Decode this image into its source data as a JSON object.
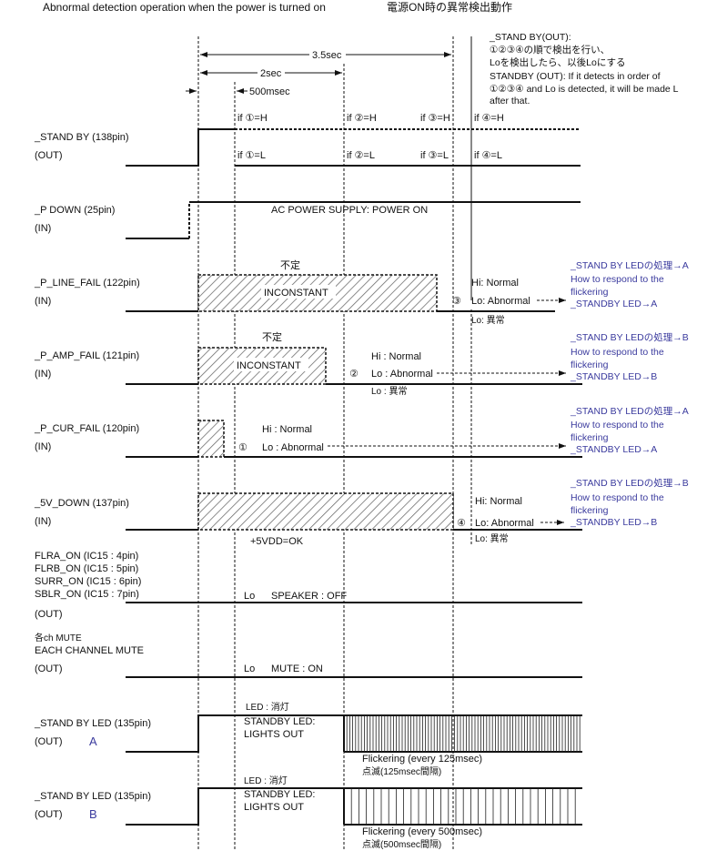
{
  "title_en": "Abnormal detection operation when the power is turned on",
  "title_jp": "電源ON時の異常検出動作",
  "timing": {
    "t1": "3.5sec",
    "t2": "2sec",
    "t3": "500msec"
  },
  "note": {
    "l1": "_STAND BY(OUT):",
    "l2": "①②③④の順で検出を行い、",
    "l3": "Loを検出したら、以後Loにする",
    "l4": "STANDBY (OUT): If it detects in order of",
    "l5": "①②③④ and Lo is detected, it will be made L",
    "l6": "after that."
  },
  "signals": {
    "standby": {
      "name": "_STAND BY (138pin)",
      "dir": "(OUT)",
      "h1": "if ①=H",
      "l1": "if ①=L",
      "h2": "if ②=H",
      "l2": "if ②=L",
      "h3": "if ③=H",
      "l3": "if ③=L",
      "h4": "if ④=H",
      "l4": "if ④=L"
    },
    "pdown": {
      "name": "_P DOWN (25pin)",
      "dir": "(IN)",
      "note": "AC POWER SUPPLY: POWER ON"
    },
    "linefail": {
      "name": "_P_LINE_FAIL (122pin)",
      "dir": "(IN)",
      "jp": "不定",
      "inconstant": "INCONSTANT",
      "hi": "Hi: Normal",
      "num": "③",
      "lo": "Lo: Abnormal",
      "lojp": "Lo: 異常"
    },
    "ampfail": {
      "name": "_P_AMP_FAIL (121pin)",
      "dir": "(IN)",
      "jp": "不定",
      "inconstant": "INCONSTANT",
      "hi": "Hi : Normal",
      "num": "②",
      "lo": "Lo : Abnormal",
      "lojp": "Lo : 異常"
    },
    "curfail": {
      "name": "_P_CUR_FAIL (120pin)",
      "dir": "(IN)",
      "hi": "Hi : Normal",
      "num": "①",
      "lo": "Lo : Abnormal"
    },
    "v5down": {
      "name": "_5V_DOWN (137pin)",
      "dir": "(IN)",
      "hi": "Hi: Normal",
      "num": "④",
      "lo": "Lo: Abnormal",
      "lojp": "Lo: 異常",
      "ok": "+5VDD=OK"
    },
    "speaker": {
      "n1": "FLRA_ON (IC15 : 4pin)",
      "n2": "FLRB_ON (IC15 : 5pin)",
      "n3": "SURR_ON (IC15 : 6pin)",
      "n4": "SBLR_ON (IC15 :  7pin)",
      "dir": "(OUT)",
      "lo": "Lo",
      "state": "SPEAKER : OFF"
    },
    "mute": {
      "n1": "各ch MUTE",
      "n2": "EACH CHANNEL MUTE",
      "dir": "(OUT)",
      "lo": "Lo",
      "state": "MUTE : ON"
    },
    "leda": {
      "name": "_STAND BY LED (135pin)",
      "dir": "(OUT)",
      "tag": "A",
      "jp": "LED : 消灯",
      "s1": "STANDBY LED:",
      "s2": "LIGHTS OUT",
      "f1": "Flickering (every 125msec)",
      "f2": "点滅(125msec間隔)",
      "period_ms": 125
    },
    "ledb": {
      "name": "_STAND BY LED (135pin)",
      "dir": "(OUT)",
      "tag": "B",
      "jp": "LED : 消灯",
      "s1": "STANDBY LED:",
      "s2": "LIGHTS OUT",
      "f1": "Flickering (every 500msec)",
      "f2": "点滅(500msec間隔)",
      "period_ms": 500
    }
  },
  "responses": {
    "a": {
      "l1": "_STAND BY LEDの処理→A",
      "l2": "How to respond to the",
      "l3": "flickering",
      "l4": "_STANDBY LED→A"
    },
    "b": {
      "l1": "_STAND BY LEDの処理→B",
      "l2": "How to respond to the",
      "l3": "flickering",
      "l4": "_STANDBY LED→B"
    }
  },
  "colors": {
    "accent": "#3b3b9e",
    "line": "#111111"
  }
}
